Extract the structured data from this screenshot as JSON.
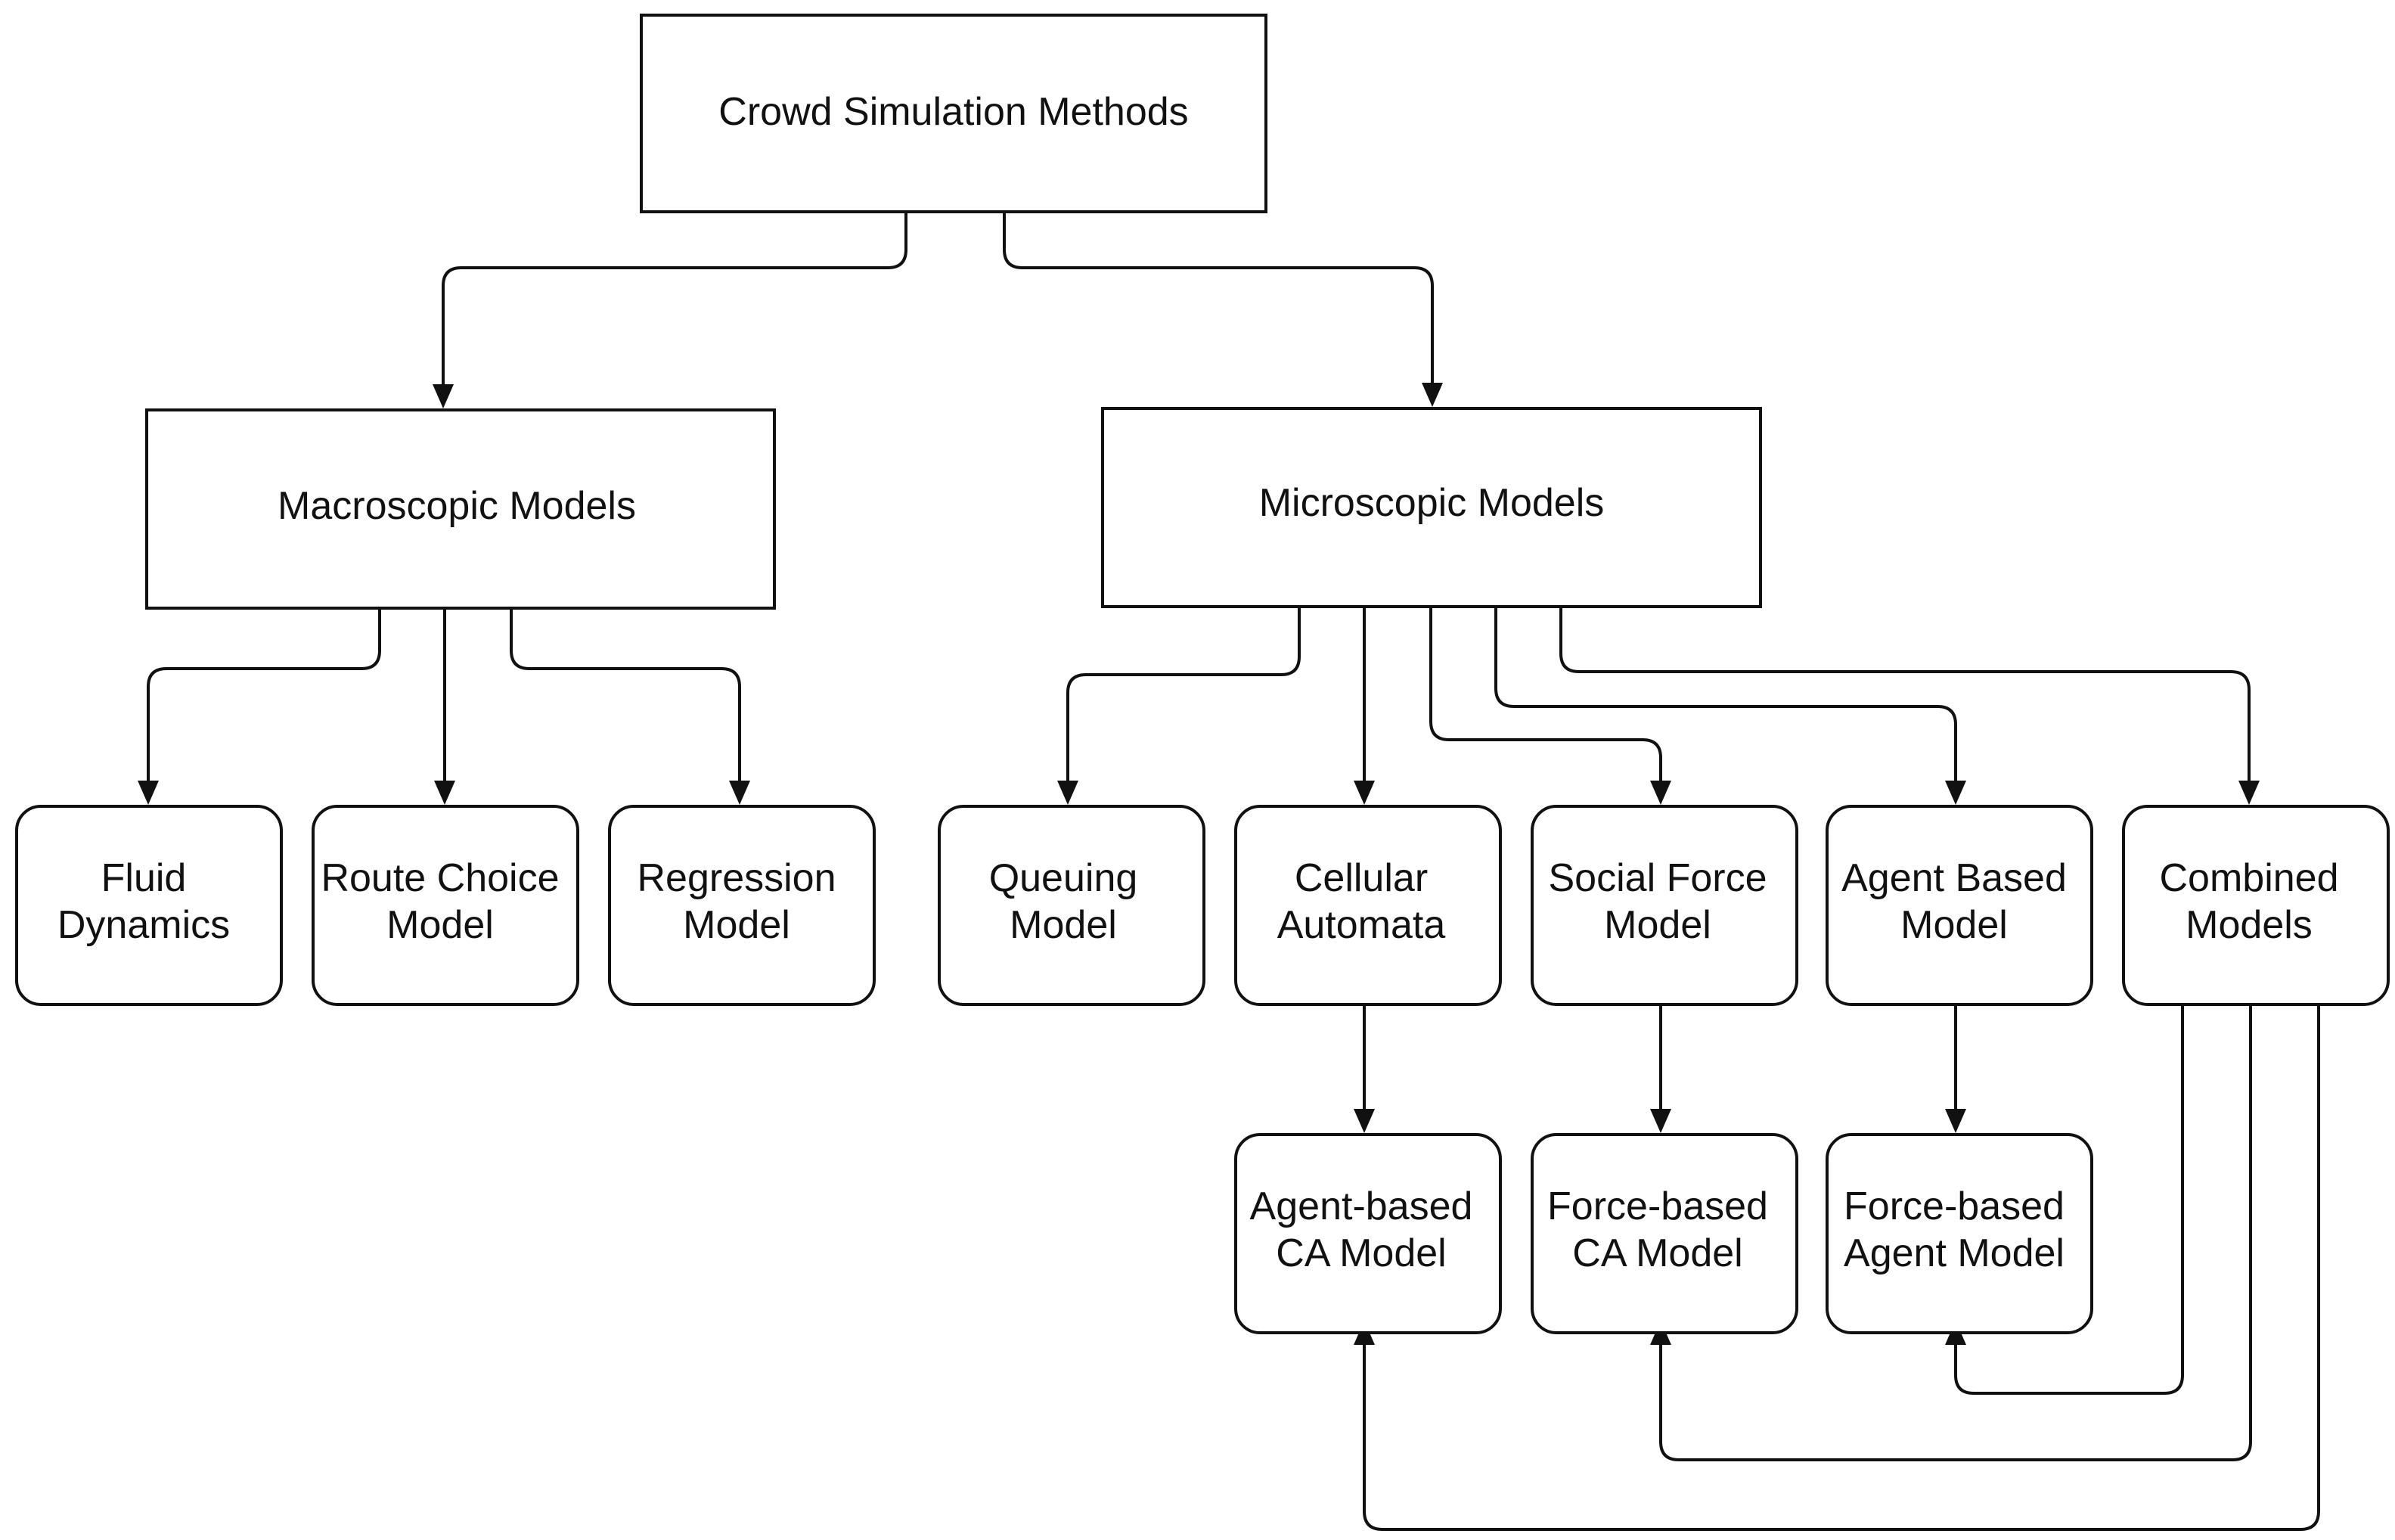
{
  "nodes": {
    "root": {
      "lines": [
        "Crowd Simulation Methods"
      ]
    },
    "macro": {
      "lines": [
        "Macroscopic Models"
      ]
    },
    "micro": {
      "lines": [
        "Microscopic Models"
      ]
    },
    "fluid": {
      "lines": [
        "Fluid",
        "Dynamics"
      ]
    },
    "route": {
      "lines": [
        "Route Choice",
        "Model"
      ]
    },
    "regression": {
      "lines": [
        "Regression",
        "Model"
      ]
    },
    "queuing": {
      "lines": [
        "Queuing",
        "Model"
      ]
    },
    "cellular": {
      "lines": [
        "Cellular",
        "Automata"
      ]
    },
    "social": {
      "lines": [
        "Social Force",
        "Model"
      ]
    },
    "agent": {
      "lines": [
        "Agent Based",
        "Model"
      ]
    },
    "combined": {
      "lines": [
        "Combined",
        "Models"
      ]
    },
    "agent_ca": {
      "lines": [
        "Agent-based",
        "CA Model"
      ]
    },
    "force_ca": {
      "lines": [
        "Force-based",
        "CA Model"
      ]
    },
    "force_agent": {
      "lines": [
        "Force-based",
        "Agent Model"
      ]
    }
  }
}
